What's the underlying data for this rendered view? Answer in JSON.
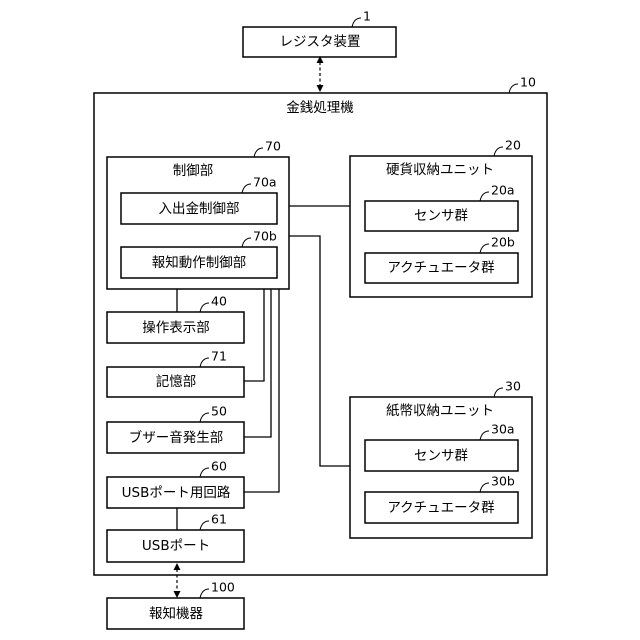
{
  "blocks": {
    "register": {
      "label": "レジスタ装置",
      "ref": "1"
    },
    "money_machine": {
      "label": "金銭処理機",
      "ref": "10"
    },
    "control": {
      "label": "制御部",
      "ref": "70"
    },
    "io_money_ctrl": {
      "label": "入出金制御部",
      "ref": "70a"
    },
    "notify_ctrl": {
      "label": "報知動作制御部",
      "ref": "70b"
    },
    "coin_unit": {
      "label": "硬貨収納ユニット",
      "ref": "20"
    },
    "coin_sensors": {
      "label": "センサ群",
      "ref": "20a"
    },
    "coin_actuators": {
      "label": "アクチュエータ群",
      "ref": "20b"
    },
    "op_display": {
      "label": "操作表示部",
      "ref": "40"
    },
    "memory": {
      "label": "記憶部",
      "ref": "71"
    },
    "buzzer": {
      "label": "ブザー音発生部",
      "ref": "50"
    },
    "usb_circuit": {
      "label": "USBポート用回路",
      "ref": "60"
    },
    "usb_port": {
      "label": "USBポート",
      "ref": "61"
    },
    "bill_unit": {
      "label": "紙幣収納ユニット",
      "ref": "30"
    },
    "bill_sensors": {
      "label": "センサ群",
      "ref": "30a"
    },
    "bill_actuators": {
      "label": "アクチュエータ群",
      "ref": "30b"
    },
    "notify_device": {
      "label": "報知機器",
      "ref": "100"
    }
  }
}
